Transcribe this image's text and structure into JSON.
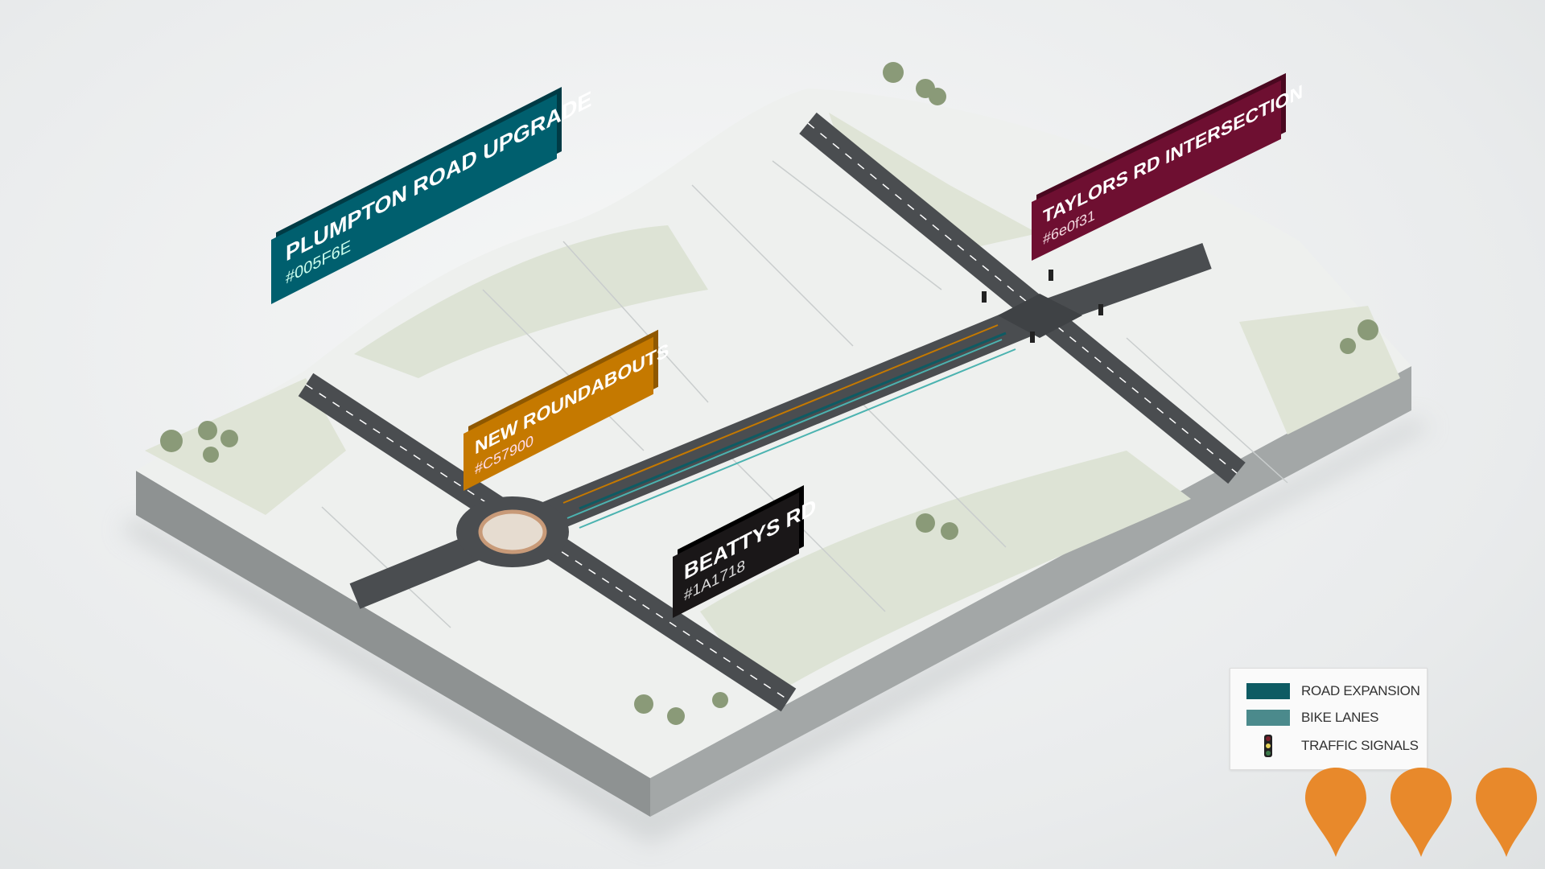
{
  "labels": {
    "plumpton": {
      "title": "PLUMPTON ROAD UPGRADE",
      "code": "#005F6E",
      "color": "#005F6E"
    },
    "taylors": {
      "title": "TAYLORS RD INTERSECTION",
      "code": "#6e0f31",
      "color": "#6E0F31"
    },
    "roundabouts": {
      "title": "NEW ROUNDABOUTS",
      "code": "#C57900",
      "color": "#C57900"
    },
    "beattys": {
      "title": "BEATTYS RD",
      "code": "#1A1718",
      "color": "#1A1718"
    }
  },
  "legend": {
    "items": [
      {
        "label": "ROAD EXPANSION",
        "color": "#0E5B63",
        "icon": "swatch"
      },
      {
        "label": "BIKE LANES",
        "color": "#4B8A8C",
        "icon": "swatch"
      },
      {
        "label": "TRAFFIC SIGNALS",
        "icon": "traffic-light-icon"
      }
    ]
  },
  "pins": {
    "count": 3,
    "color": "#E8892B",
    "icon": "map-pin-icon"
  }
}
